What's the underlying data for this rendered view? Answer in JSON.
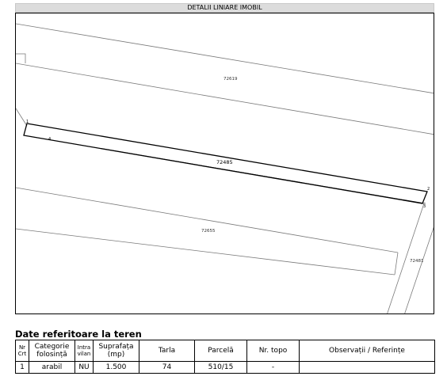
{
  "header": {
    "title": "DETALII LINIARE IMOBIL"
  },
  "map": {
    "labels": {
      "north": "72619",
      "parcel": "72485",
      "south": "72655",
      "east": "72481"
    },
    "vertices": [
      "1",
      "2",
      "3",
      "4"
    ],
    "colors": {
      "parcel_line": "#000000",
      "neighbor_line": "#7a7a7a"
    }
  },
  "section": {
    "title": "Date referitoare la teren"
  },
  "table": {
    "headers": {
      "nr_crt": "Nr Crt",
      "categorie": "Categorie folosință",
      "intravilan": "Intra vilan",
      "suprafata": "Suprafața (mp)",
      "tarla": "Tarla",
      "parcela": "Parcelă",
      "nr_topo": "Nr. topo",
      "observatii": "Observații / Referințe"
    },
    "rows": [
      {
        "nr_crt": "1",
        "categorie": "arabil",
        "intravilan": "NU",
        "suprafata": "1.500",
        "tarla": "74",
        "parcela": "510/15",
        "nr_topo": "-",
        "observatii": ""
      }
    ]
  }
}
